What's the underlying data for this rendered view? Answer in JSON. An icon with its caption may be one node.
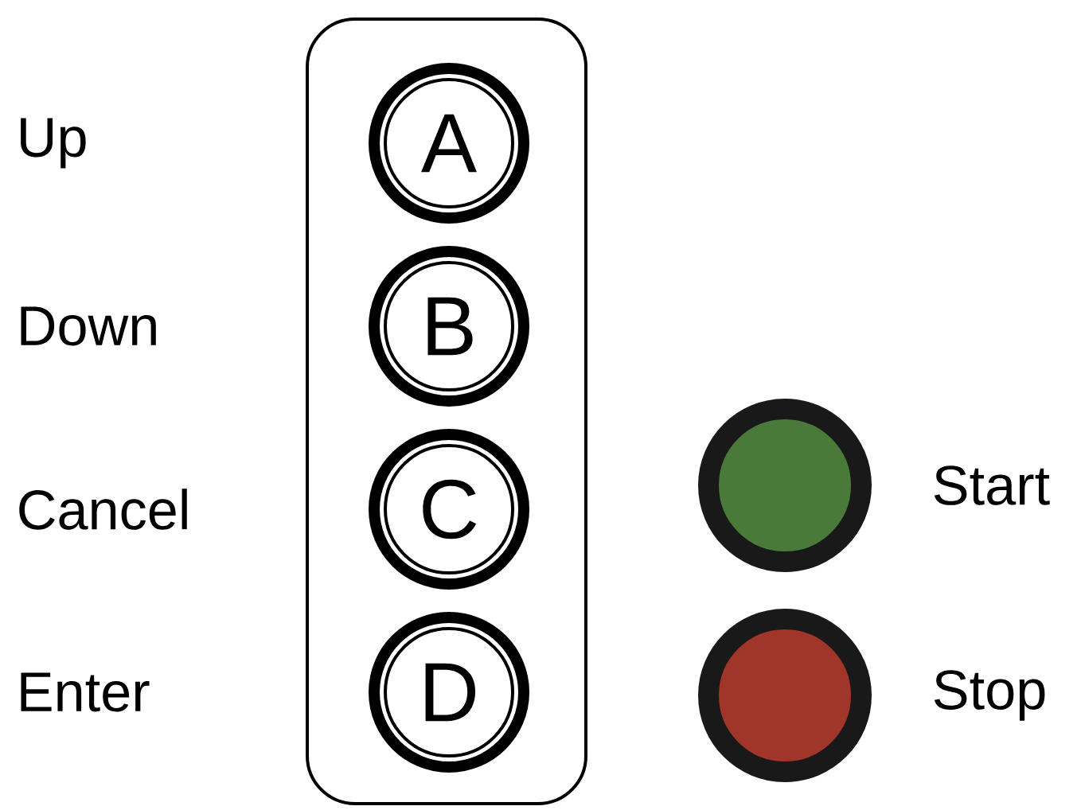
{
  "diagram": {
    "nodes": [
      {
        "text": [],
        "shape": "box"
      },
      {
        "text": [
          "A"
        ],
        "in": 0
      },
      {
        "text": [
          "B"
        ],
        "in": 0
      },
      {
        "text": [
          "C"
        ],
        "in": 0
      },
      {
        "text": [
          "D"
        ],
        "in": 0
      },
      {
        "text": [],
        "shape": "circle",
        "beside": [
          "Start"
        ]
      },
      {
        "text": [],
        "shape": "circle",
        "beside": [
          "Stop"
        ]
      }
    ],
    "labels": [
      "Up",
      "Down",
      "Cancel",
      "Enter"
    ]
  }
}
